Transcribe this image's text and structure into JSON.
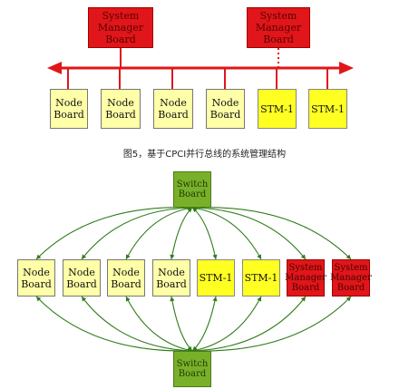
{
  "top": {
    "managers": [
      "System\nManager\nBoard",
      "System\nManager\nBoard"
    ],
    "boards": [
      "Node\nBoard",
      "Node\nBoard",
      "Node\nBoard",
      "Node\nBoard",
      "STM-1",
      "STM-1"
    ]
  },
  "caption": "图5，基于CPCI并行总线的系统管理结构",
  "bottom": {
    "switch_top": "Switch\nBoard",
    "switch_bottom": "Switch\nBoard",
    "boards": [
      "Node\nBoard",
      "Node\nBoard",
      "Node\nBoard",
      "Node\nBoard",
      "STM-1",
      "STM-1",
      "System\nManager\nBoard",
      "System\nManager\nBoard"
    ]
  },
  "colors": {
    "bus": "#e0161a",
    "manager": "#e0161a",
    "node": "#ffffa8",
    "stm": "#ffff22",
    "switch": "#79b02a",
    "link": "#2e7d1a"
  }
}
